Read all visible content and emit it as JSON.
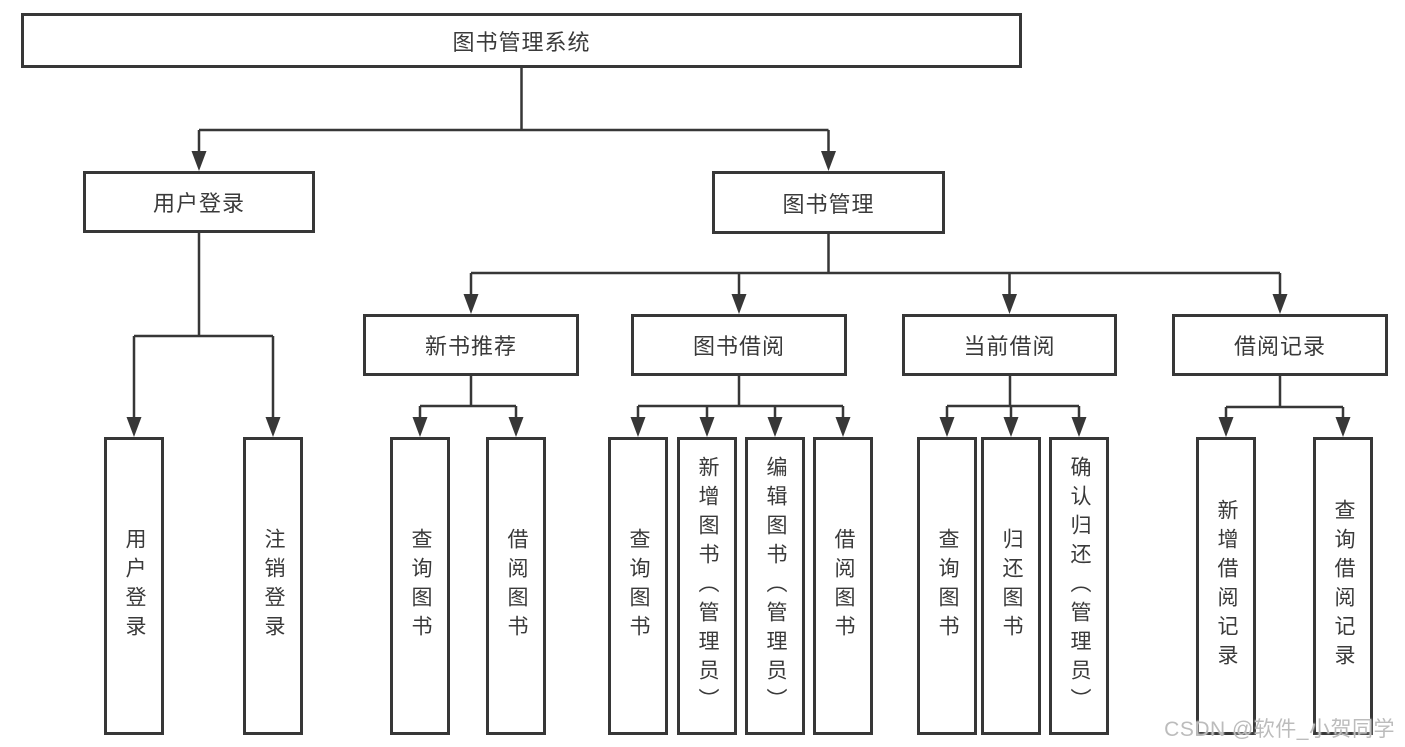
{
  "diagram": {
    "nodes": {
      "root": "图书管理系统",
      "user_login": "用户登录",
      "book_mgmt": "图书管理",
      "new_book_rec": "新书推荐",
      "book_borrow": "图书借阅",
      "current_borrow": "当前借阅",
      "borrow_record": "借阅记录"
    },
    "leaves": [
      "用户登录",
      "注销登录",
      "查询图书",
      "借阅图书",
      "查询图书",
      "新增图书（管理员）",
      "编辑图书（管理员）",
      "借阅图书",
      "查询图书",
      "归还图书",
      "确认归还（管理员）",
      "新增借阅记录",
      "查询借阅记录"
    ],
    "watermark": "CSDN @软件_小贺同学",
    "colors": {
      "line": "#373737",
      "text": "#3a3a3a",
      "watermark": "#bcbcbc",
      "background": "#ffffff"
    }
  }
}
